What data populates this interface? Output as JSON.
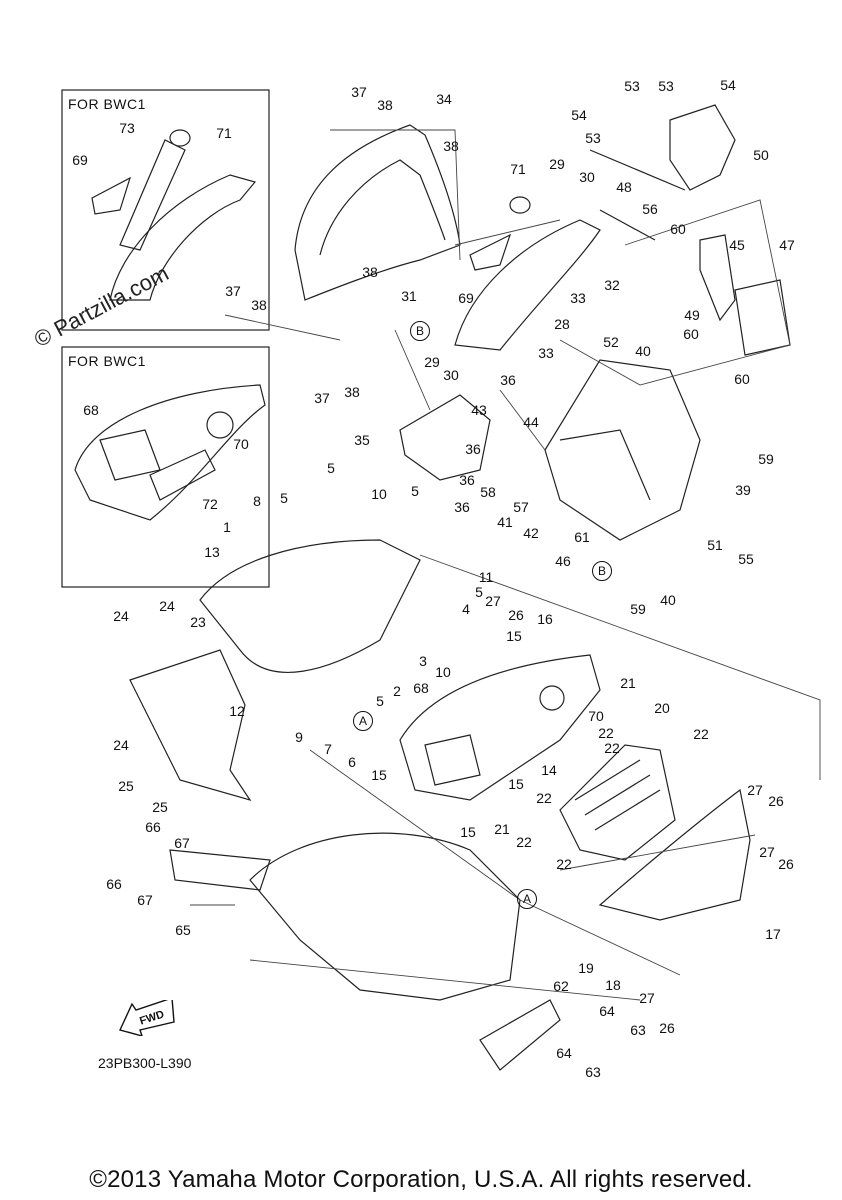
{
  "insets": {
    "top": {
      "title": "FOR BWC1"
    },
    "bottom": {
      "title": "FOR BWC1"
    }
  },
  "watermark": "© Partzilla.com",
  "diagram_code": "23PB300-L390",
  "fwd_label": "FWD",
  "copyright": "©2013 Yamaha Motor Corporation, U.S.A. All rights reserved.",
  "circle_tags": [
    "B",
    "B",
    "A",
    "A"
  ],
  "callouts": [
    "73",
    "71",
    "69",
    "68",
    "70",
    "72",
    "37",
    "38",
    "34",
    "38",
    "37",
    "38",
    "31",
    "38",
    "37",
    "38",
    "69",
    "71",
    "29",
    "30",
    "33",
    "32",
    "28",
    "29",
    "30",
    "33",
    "36",
    "48",
    "53",
    "53",
    "54",
    "54",
    "53",
    "50",
    "56",
    "60",
    "45",
    "47",
    "49",
    "52",
    "40",
    "60",
    "60",
    "43",
    "44",
    "36",
    "36",
    "36",
    "35",
    "58",
    "57",
    "59",
    "39",
    "51",
    "55",
    "61",
    "46",
    "40",
    "59",
    "5",
    "5",
    "10",
    "8",
    "5",
    "1",
    "13",
    "11",
    "5",
    "4",
    "41",
    "42",
    "27",
    "26",
    "16",
    "15",
    "3",
    "2",
    "5",
    "12",
    "10",
    "24",
    "24",
    "23",
    "9",
    "7",
    "6",
    "68",
    "70",
    "21",
    "20",
    "22",
    "22",
    "22",
    "24",
    "25",
    "25",
    "66",
    "67",
    "66",
    "67",
    "65",
    "15",
    "14",
    "15",
    "15",
    "21",
    "22",
    "22",
    "22",
    "27",
    "26",
    "27",
    "26",
    "17",
    "19",
    "18",
    "27",
    "26",
    "62",
    "64",
    "63",
    "64",
    "63"
  ]
}
